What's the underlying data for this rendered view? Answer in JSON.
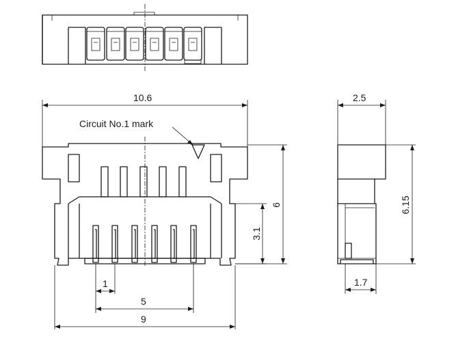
{
  "annotation": "Circuit No.1 mark",
  "dimensions": {
    "overall_width": "10.6",
    "bottom_width": "9",
    "pitch_span": "5",
    "pitch": "1",
    "height": "6",
    "pin_height": "3.1",
    "side_depth": "2.5",
    "side_height": "6.15",
    "side_bottom": "1.7"
  }
}
